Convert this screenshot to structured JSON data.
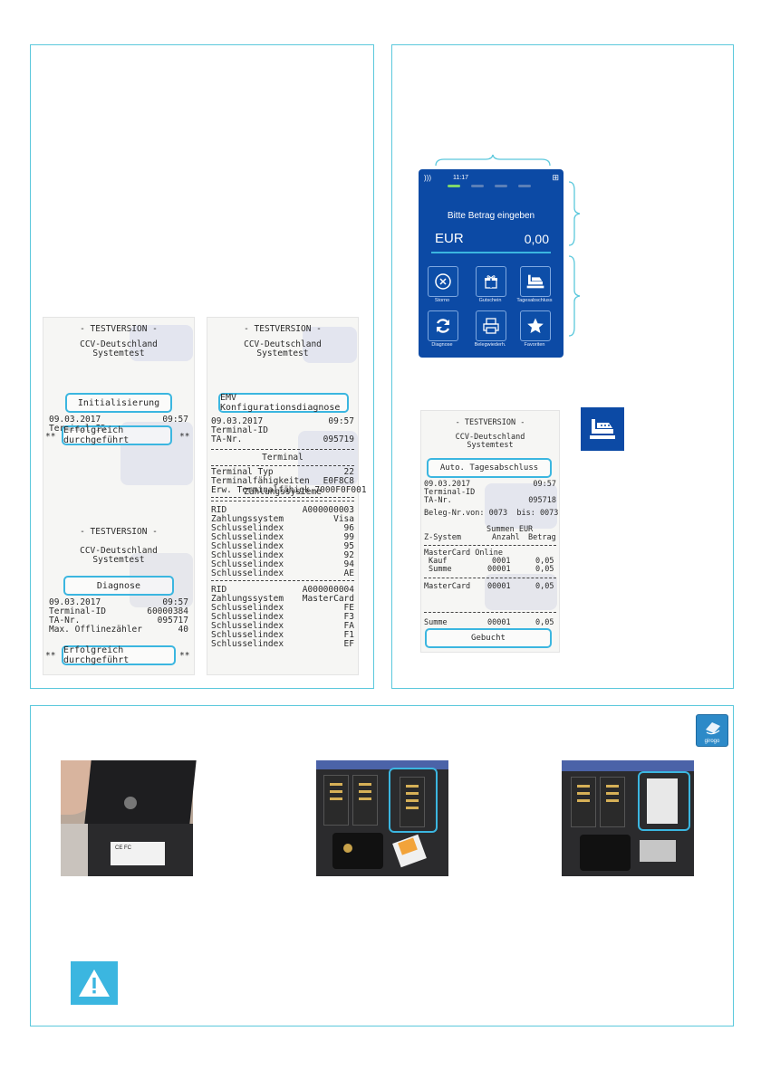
{
  "receipt_init": {
    "header": "- TESTVERSION -",
    "company": "CCV-Deutschland",
    "sub": "Systemtest",
    "box1": "Initialisierung",
    "date": "09.03.2017",
    "time": "09:57",
    "terminal_id_label": "Terminal-ID",
    "box2": "Erfolgreich durchgeführt",
    "stars": "**",
    "header2": "- TESTVERSION -",
    "company2": "CCV-Deutschland",
    "sub2": "Systemtest",
    "box3": "Diagnose",
    "date2": "09.03.2017",
    "time2": "09:57",
    "tid_label2": "Terminal-ID",
    "tid_value2": "60000384",
    "ta_label": "TA-Nr.",
    "ta_value": "095717",
    "offline_label": "Max. Offlinezähler",
    "offline_value": "40",
    "box4": "Erfolgreich durchgeführt"
  },
  "receipt_emv": {
    "header": "- TESTVERSION -",
    "company": "CCV-Deutschland",
    "sub": "Systemtest",
    "box": "EMV Konfigurationsdiagnose",
    "date": "09.03.2017",
    "time": "09:57",
    "tid_label": "Terminal-ID",
    "ta_label": "TA-Nr.",
    "ta_value": "095719",
    "section1": "Terminal",
    "rows1": [
      {
        "k": "Terminal Typ",
        "v": "22"
      },
      {
        "k": "Terminalfähigkeiten",
        "v": "E0F8C8"
      },
      {
        "k": "Erw. Terminalfähigk.",
        "v": "7000F0F001"
      }
    ],
    "section2": "Zahlungssysteme",
    "rows2": [
      {
        "k": "RID",
        "v": "A000000003"
      },
      {
        "k": "Zahlungssystem",
        "v": "Visa"
      },
      {
        "k": "Schlusselindex",
        "v": "96"
      },
      {
        "k": "Schlusselindex",
        "v": "99"
      },
      {
        "k": "Schlusselindex",
        "v": "95"
      },
      {
        "k": "Schlusselindex",
        "v": "92"
      },
      {
        "k": "Schlusselindex",
        "v": "94"
      },
      {
        "k": "Schlusselindex",
        "v": "AE"
      }
    ],
    "rows3": [
      {
        "k": "RID",
        "v": "A000000004"
      },
      {
        "k": "Zahlungssystem",
        "v": "MasterCard"
      },
      {
        "k": "Schlusselindex",
        "v": "FE"
      },
      {
        "k": "Schlusselindex",
        "v": "F3"
      },
      {
        "k": "Schlusselindex",
        "v": "FA"
      },
      {
        "k": "Schlusselindex",
        "v": "F1"
      },
      {
        "k": "Schlusselindex",
        "v": "EF"
      }
    ]
  },
  "terminal": {
    "time": "11:17",
    "prompt": "Bitte Betrag eingeben",
    "currency": "EUR",
    "amount": "0,00",
    "tiles": [
      {
        "label": "Storno",
        "icon": "cancel-icon"
      },
      {
        "label": "Gutschein",
        "icon": "gift-icon"
      },
      {
        "label": "Tagesabschluss",
        "icon": "cash-register-icon"
      },
      {
        "label": "Diagnose",
        "icon": "refresh-icon"
      },
      {
        "label": "Belegwiederh.",
        "icon": "printer-icon"
      },
      {
        "label": "Favoriten",
        "icon": "star-icon"
      }
    ],
    "colors": {
      "screen": "#0c4aa5",
      "accent": "#3bb6e0"
    }
  },
  "receipt_tages": {
    "header": "- TESTVERSION -",
    "company": "CCV-Deutschland",
    "sub": "Systemtest",
    "box": "Auto. Tagesabschluss",
    "date": "09.03.2017",
    "time": "09:57",
    "tid_label": "Terminal-ID",
    "ta_label": "TA-Nr.",
    "ta_value": "095718",
    "beleg_label": "Beleg-Nr.",
    "beleg_range": "von: 0073  bis: 0073",
    "summen_header": "Summen EUR",
    "col_z": "Z-System",
    "col_anzahl": "Anzahl",
    "col_betrag": "Betrag",
    "mc_online": "MasterCard Online",
    "kauf_label": "Kauf",
    "kauf_n": "0001",
    "kauf_v": "0,05",
    "summe_label": "Summe",
    "summe_n": "00001",
    "summe_v": "0,05",
    "mc_label": "MasterCard",
    "mc_n": "00001",
    "mc_v": "0,05",
    "total_label": "Summe",
    "total_n": "00001",
    "total_v": "0,05",
    "box2": "Gebucht"
  },
  "girogo_label": "girogo"
}
